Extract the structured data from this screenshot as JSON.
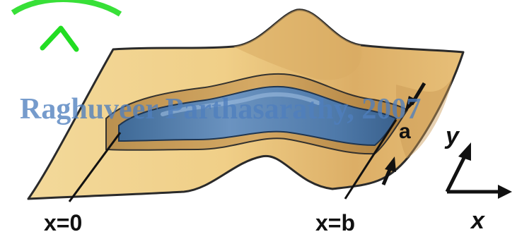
{
  "labels": {
    "x_start": "x=0",
    "x_end": "x=b",
    "width": "a",
    "axis_x": "x",
    "axis_y": "y"
  },
  "credit": "Raghuveer Parthasarathy, 2007",
  "colors": {
    "membrane_fill": "#efcf8a",
    "membrane_shadow": "#c9a15c",
    "membrane_outline": "#2a2a2a",
    "channel_fill": "#5b84b3",
    "channel_dark": "#3d6592",
    "credit_text": "#4f7fbe",
    "watermark": "#22dd22"
  }
}
